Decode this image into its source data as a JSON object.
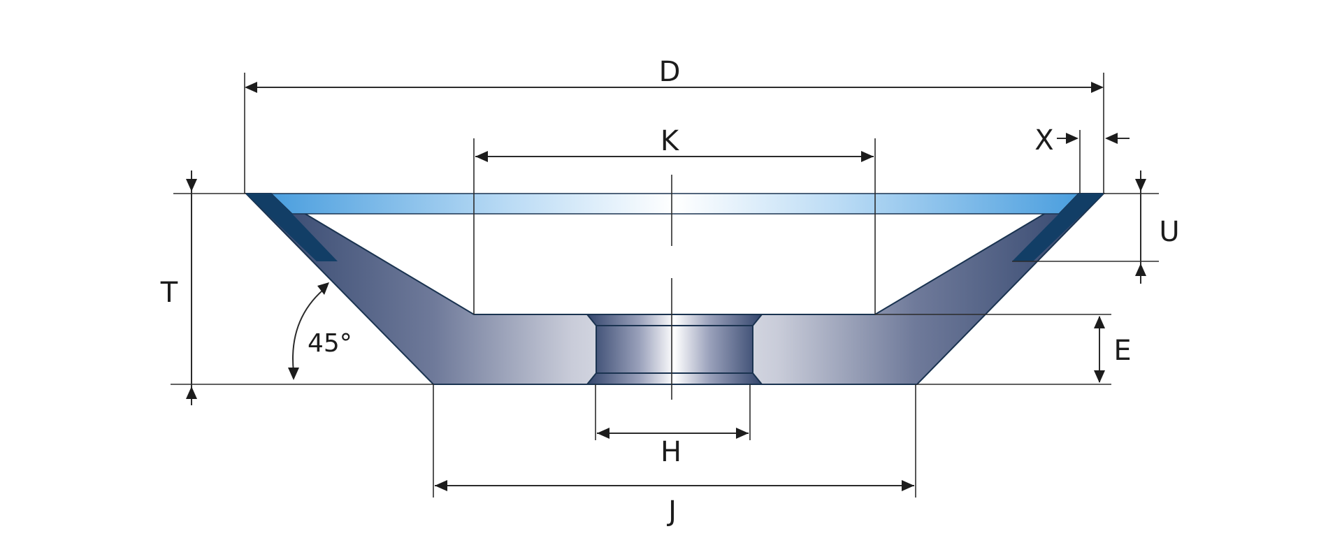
{
  "labels": {
    "D": "D",
    "K": "K",
    "X": "X",
    "T": "T",
    "U": "U",
    "E": "E",
    "H": "H",
    "J": "J",
    "angle": "45°"
  }
}
